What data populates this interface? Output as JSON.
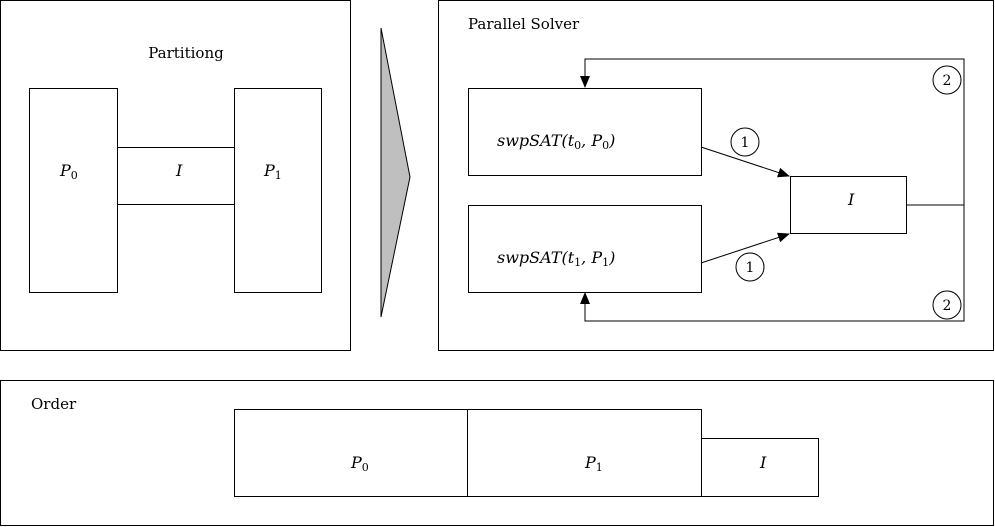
{
  "partitioning": {
    "title": "Partitiong",
    "p0": "P",
    "p0_sub": "0",
    "interface": "I",
    "p1": "P",
    "p1_sub": "1"
  },
  "solver": {
    "title": "Parallel Solver",
    "task0_pre": "swpSAT(t",
    "task0_sub1": "0",
    "task0_mid": ", P",
    "task0_sub2": "0",
    "task0_post": ")",
    "task1_pre": "swpSAT(t",
    "task1_sub1": "1",
    "task1_mid": ", P",
    "task1_sub2": "1",
    "task1_post": ")",
    "interface": "I",
    "step1_top": "1",
    "step1_bottom": "1",
    "step2_top": "2",
    "step2_bottom": "2"
  },
  "order": {
    "title": "Order",
    "p0": "P",
    "p0_sub": "0",
    "p1": "P",
    "p1_sub": "1",
    "interface": "I"
  },
  "colors": {
    "arrow_fill": "#bfbfbf",
    "stroke": "#000000"
  }
}
